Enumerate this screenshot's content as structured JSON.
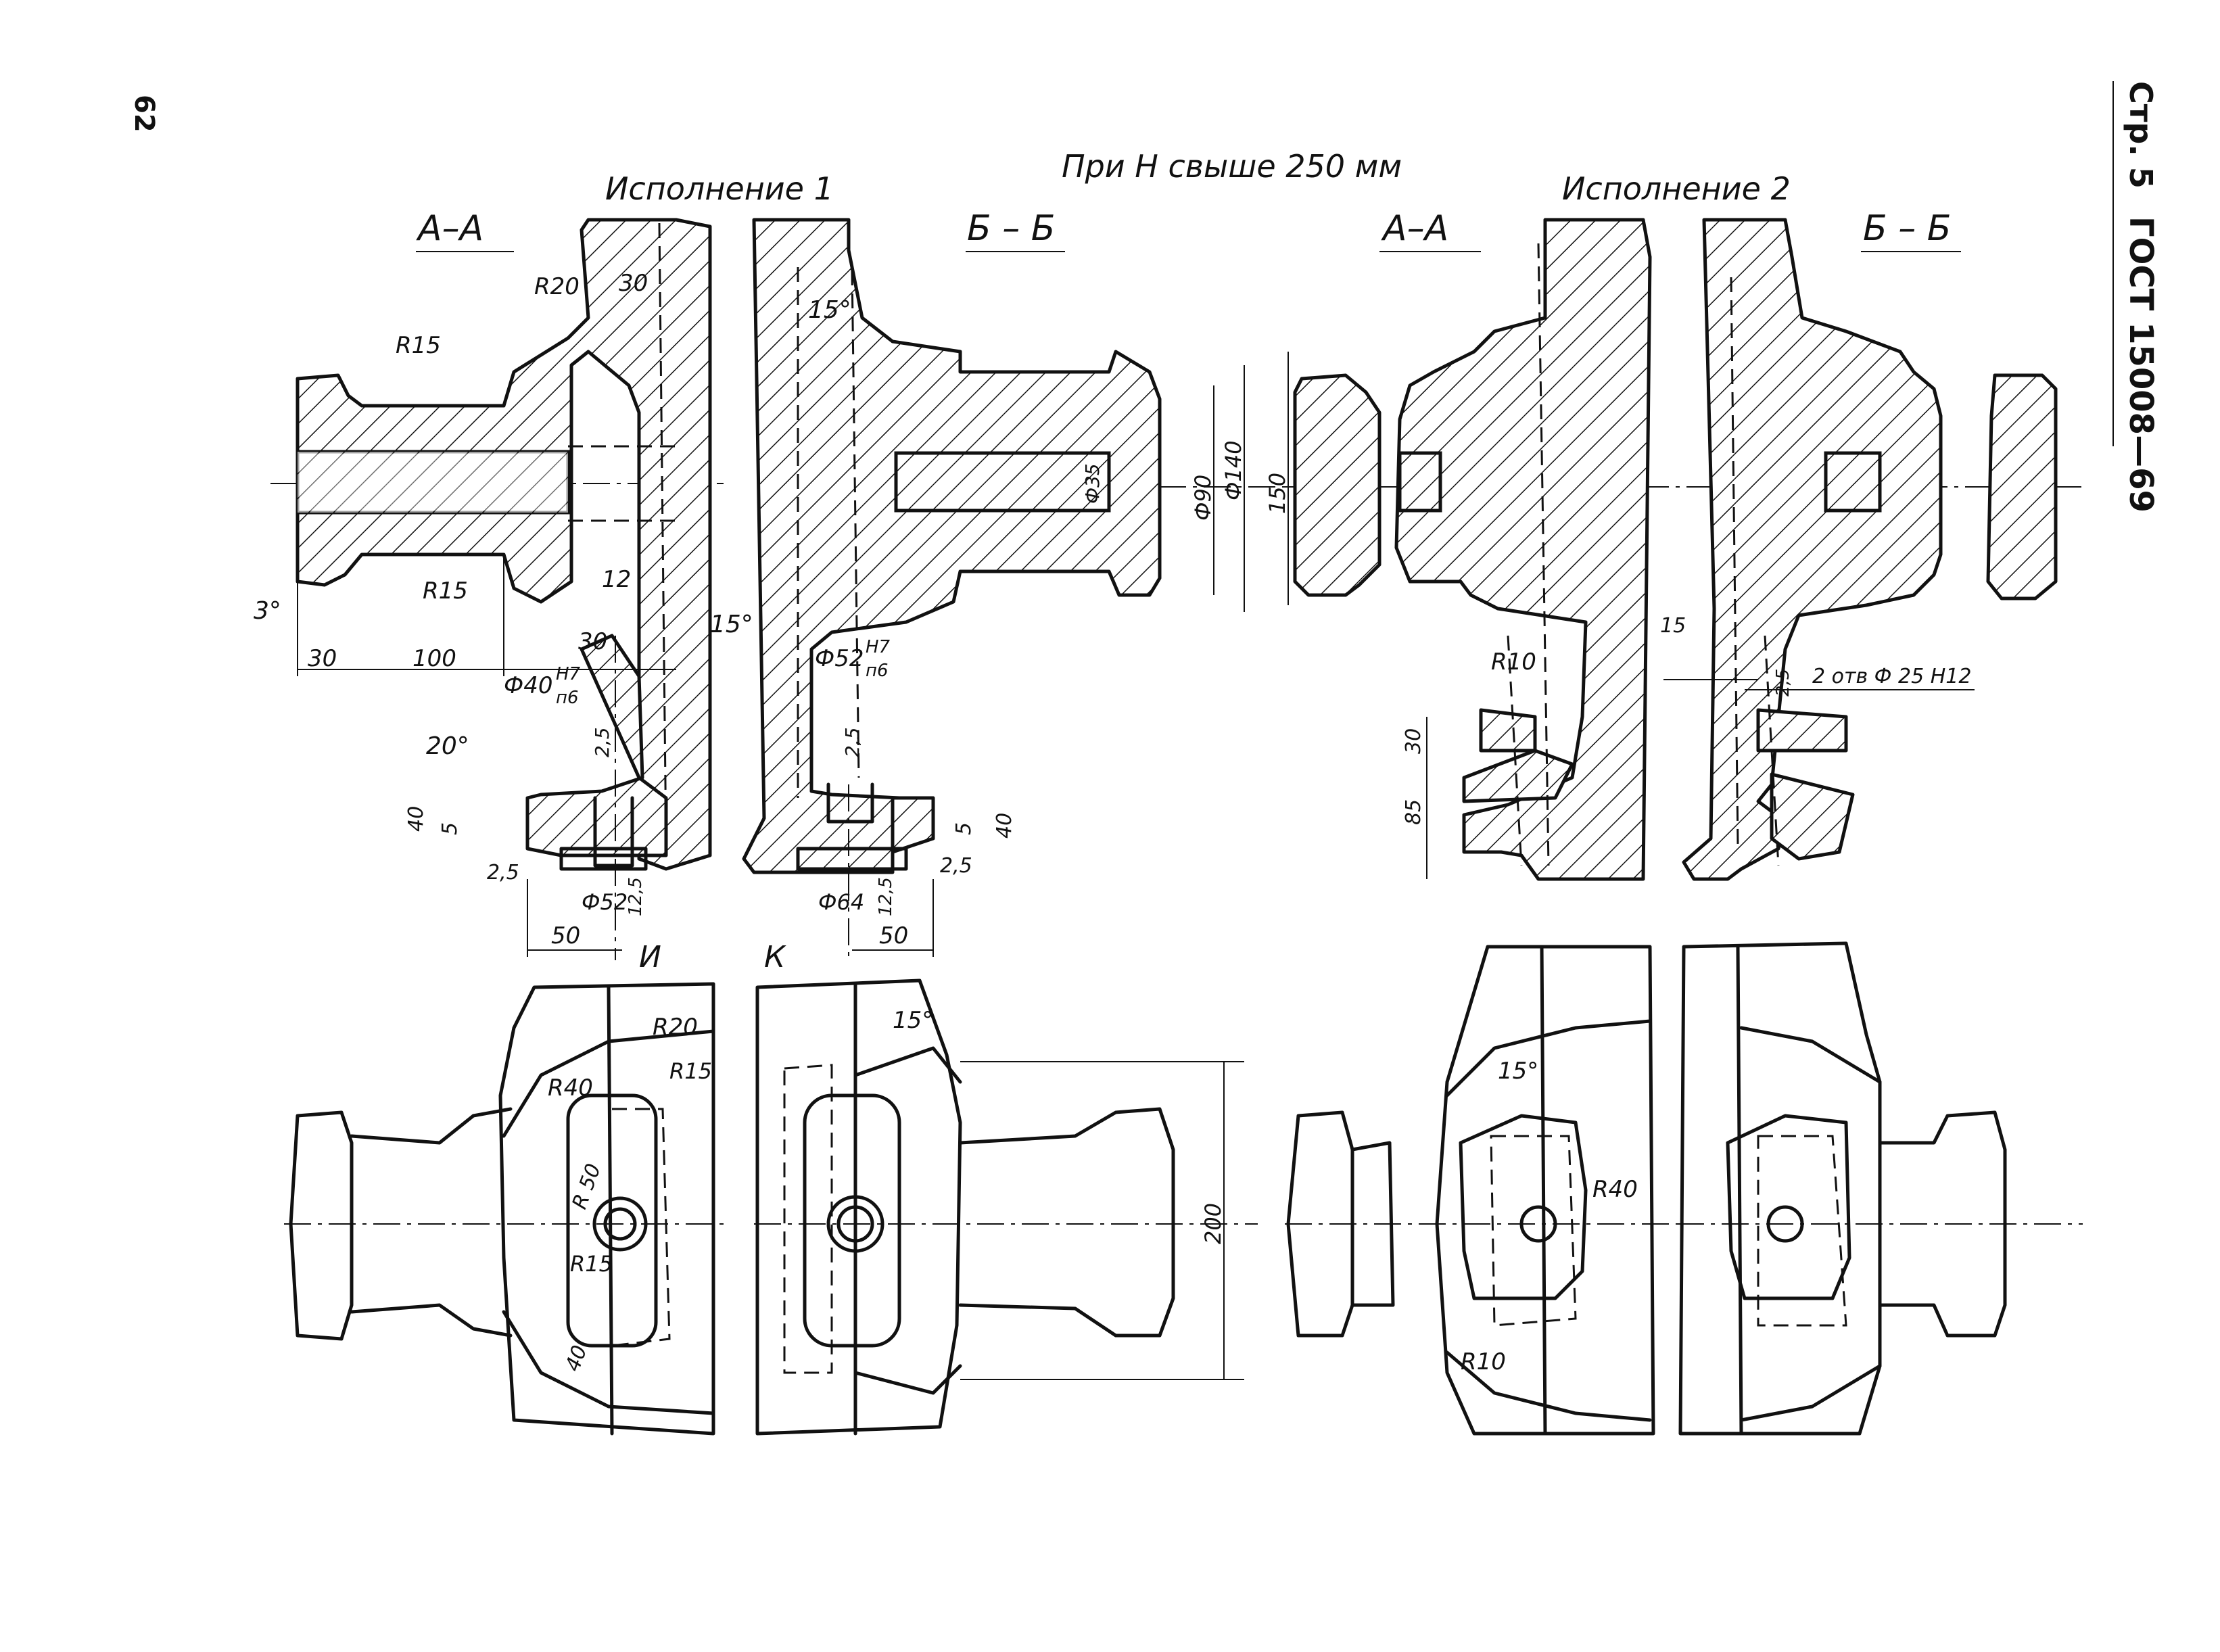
{
  "header": {
    "page_number": "62",
    "page_label": "Стр. 5",
    "standard": "ГОСТ 15008—69"
  },
  "title": "При Н свыше 250 мм",
  "variant1": {
    "label": "Исполнение 1",
    "section_aa": "А–А",
    "section_bb": "Б – Б",
    "view_i": "И",
    "view_k": "К"
  },
  "variant2": {
    "label": "Исполнение 2",
    "section_aa": "А–А",
    "section_bb": "Б – Б"
  },
  "dims": {
    "r20": "R20",
    "d30_top": "30",
    "r15_a": "R15",
    "r15_b": "R15",
    "ang3": "3°",
    "d30_left": "30",
    "d100": "100",
    "d12": "12",
    "d30_mid": "30",
    "ang15_a": "15°",
    "phi40": "Ф40",
    "fit_h7": "H7",
    "fit_n6": "п6",
    "d2_5_a": "2,5",
    "ang20": "20°",
    "d40_a": "40",
    "d5_a": "5",
    "d2_5_b": "2,5",
    "phi52_a": "Ф52",
    "d12_5_a": "12,5",
    "d50_a": "50",
    "ang15_b": "15°",
    "phi35": "Ф35",
    "phi90": "Ф90",
    "phi140": "Ф140",
    "d150": "150",
    "phi52_b": "Ф52",
    "fit_h7_b": "H7",
    "fit_n6_b": "п6",
    "d2_5_c": "2,5",
    "d5_b": "5",
    "d40_b": "40",
    "d2_5_d": "2,5",
    "phi64": "Ф64",
    "d12_5_b": "12,5",
    "d50_b": "50",
    "r10_a": "R10",
    "d30_v2": "30",
    "d85": "85",
    "d15": "15",
    "holes": "2 отв Ф 25 Н12",
    "d2_5_e": "2,5",
    "r20_plan": "R20",
    "r40_plan": "R40",
    "r15_plan": "R15",
    "r50_plan": "R 50",
    "r15_plan_b": "R15",
    "d40_plan": "40",
    "ang15_plan": "15°",
    "d200": "200",
    "ang15_plan2": "15°",
    "r40_plan2": "R40",
    "r10_plan2": "R10"
  }
}
